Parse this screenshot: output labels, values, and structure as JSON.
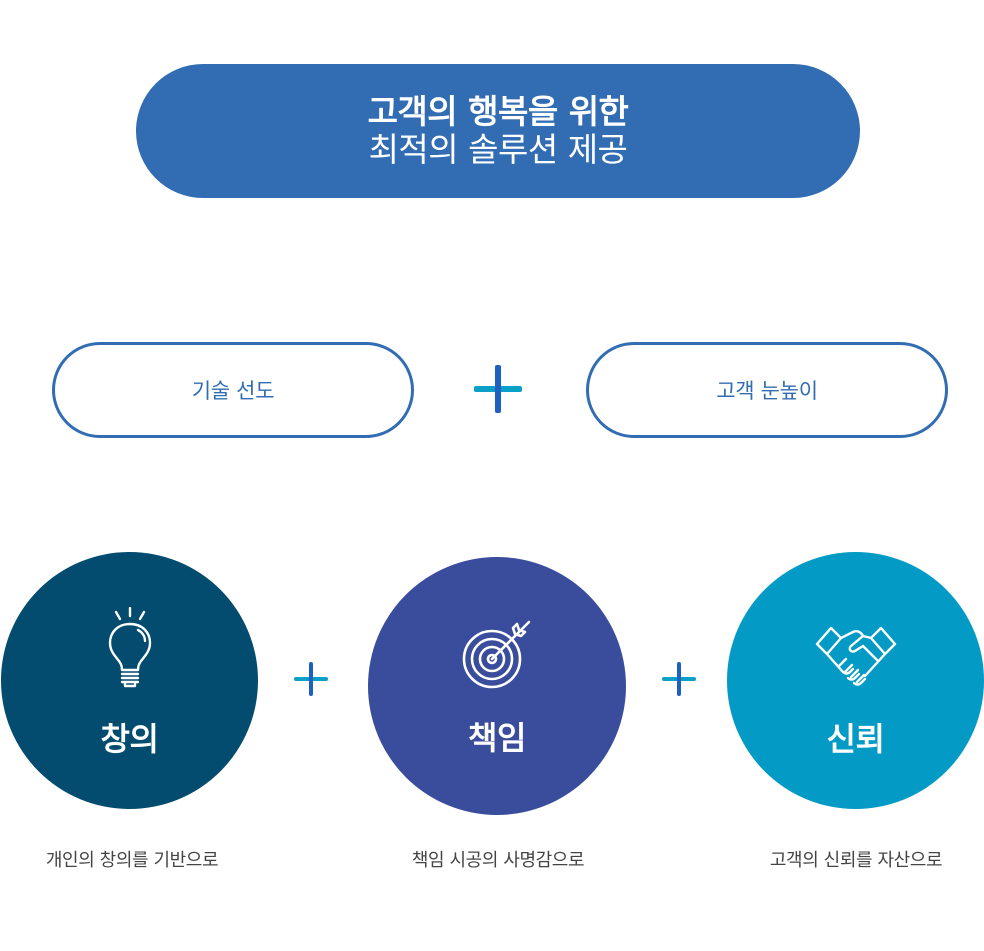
{
  "hero": {
    "line1": "고객의 행복을 위한",
    "line2": "최적의 솔루션 제공"
  },
  "pillars": {
    "left": "기술 선도",
    "right": "고객 눈높이"
  },
  "values": [
    {
      "label": "창의",
      "caption": "개인의 창의를 기반으로",
      "icon": "lightbulb-icon"
    },
    {
      "label": "책임",
      "caption": "책임 시공의 사명감으로",
      "icon": "target-icon"
    },
    {
      "label": "신뢰",
      "caption": "고객의 신뢰를 자산으로",
      "icon": "handshake-icon"
    }
  ],
  "colors": {
    "hero": "#326db3",
    "pill_border": "#326db3",
    "creativity": "#034b6f",
    "responsibility": "#3a4d9c",
    "trust": "#039bc5",
    "plus_light": "#0aa0c8",
    "plus_dark": "#1f5fbf"
  }
}
